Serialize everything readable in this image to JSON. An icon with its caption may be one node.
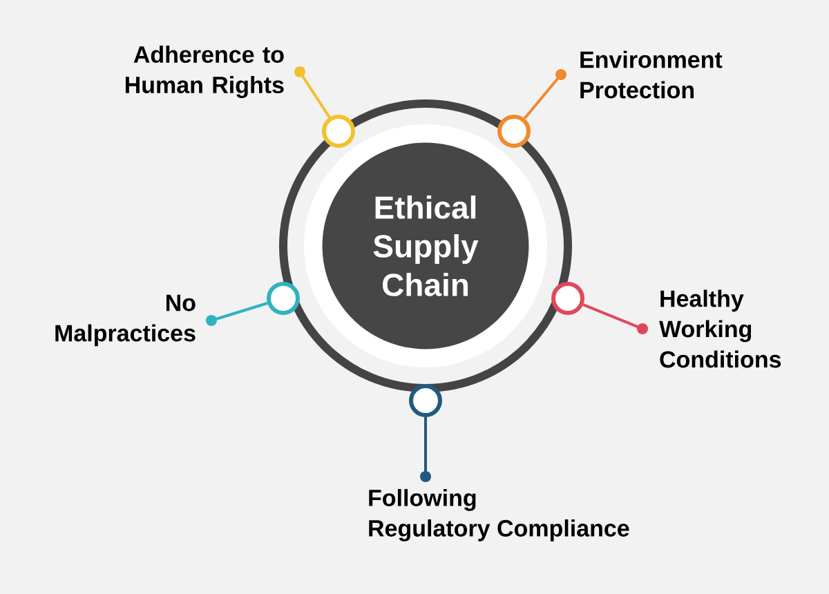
{
  "diagram": {
    "nodes": [
      {
        "text": [
          "Ethical Supply Chain"
        ]
      },
      {
        "text": [
          "Adherence to Human Rights"
        ]
      },
      {
        "text": [
          "Environment Protection"
        ]
      },
      {
        "text": [
          "No Malpractices"
        ]
      },
      {
        "text": [
          "Healthy Working Conditions"
        ]
      },
      {
        "text": [
          "Following Regulatory Compliance"
        ]
      },
      {
        "text": [],
        "shape": "circle"
      },
      {
        "text": [],
        "shape": "circle"
      },
      {
        "text": [],
        "shape": "circle"
      },
      {
        "text": [],
        "shape": "circle"
      },
      {
        "text": [],
        "shape": "circle"
      }
    ],
    "edges": [
      {
        "from": 1,
        "to": 6,
        "arrow": "other",
        "color": "#f2c12e"
      },
      {
        "from": 2,
        "to": 7,
        "arrow": "other",
        "color": "#ef8a2e"
      },
      {
        "from": 3,
        "to": 8,
        "arrow": "other",
        "color": "#2fb3c0"
      },
      {
        "from": 4,
        "to": 9,
        "arrow": "other",
        "color": "#e0485a"
      },
      {
        "from": 5,
        "to": 10,
        "arrow": "other",
        "color": "#1f5a82"
      }
    ]
  }
}
